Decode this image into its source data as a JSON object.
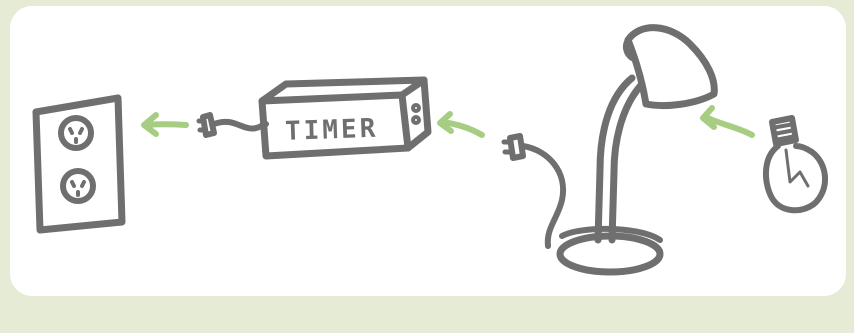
{
  "timer": {
    "label": "TIMER"
  },
  "colors": {
    "background": "#e5ebd5",
    "panel": "#ffffff",
    "ink": "#6f6f6f",
    "arrow": "#a6cd82"
  },
  "icons": [
    "wall-outlet-icon",
    "timer-box-icon",
    "desk-lamp-icon",
    "light-bulb-icon",
    "plug-icon"
  ],
  "flow": [
    "light-bulb",
    "desk-lamp",
    "timer",
    "wall-outlet"
  ]
}
